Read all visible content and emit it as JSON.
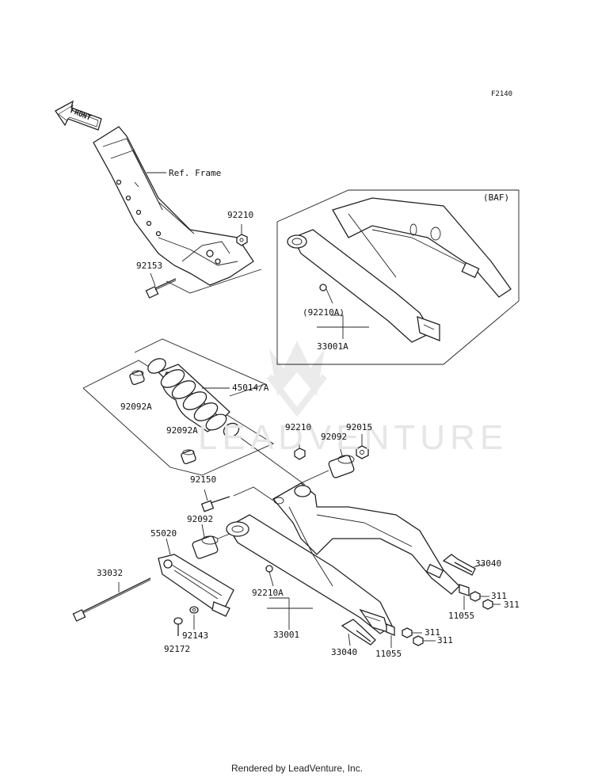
{
  "diagram_code": "F2140",
  "front_arrow": "FRONT",
  "variant_label": "(BAF)",
  "watermark": "LEADVENTURE",
  "footer": "Rendered by LeadVenture, Inc.",
  "labels": {
    "ref_frame": "Ref. Frame",
    "p92210_top": "92210",
    "p92153": "92153",
    "p92210A_baf": "(92210A)",
    "p33001A": "33001A",
    "p45014A": "45014/A",
    "p92092A_1": "92092A",
    "p92092A_2": "92092A",
    "p92210_mid": "92210",
    "p92092_mid": "92092",
    "p92015": "92015",
    "p92150": "92150",
    "p92092_low": "92092",
    "p55020": "55020",
    "p33032": "33032",
    "p92143": "92143",
    "p92172": "92172",
    "p92210A_main": "92210A",
    "p33001": "33001",
    "p33040_right": "33040",
    "p311_a": "311",
    "p311_b": "311",
    "p11055_right": "11055",
    "p33040_bottom": "33040",
    "p11055_bottom": "11055",
    "p311_c": "311",
    "p311_d": "311"
  }
}
